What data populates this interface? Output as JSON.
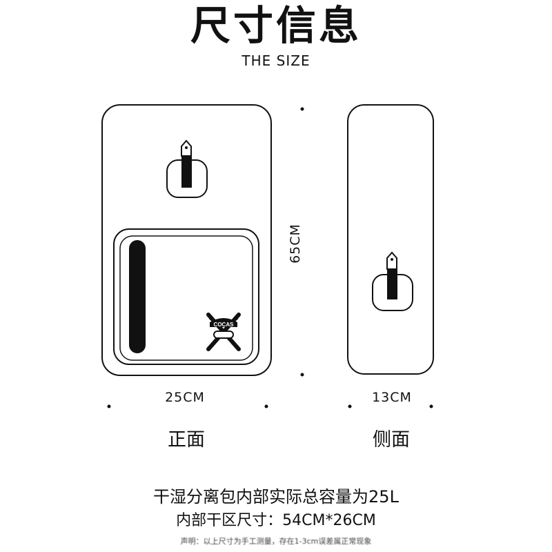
{
  "header": {
    "title": "尺寸信息",
    "subtitle": "THE SIZE"
  },
  "dimensions": {
    "height": "65CM",
    "front_width": "25CM",
    "side_width": "13CM"
  },
  "views": {
    "front_label": "正面",
    "side_label": "侧面"
  },
  "logo": {
    "text": "COCAS"
  },
  "info": {
    "capacity": "干湿分离包内部实际总容量为25L",
    "dry_area": "内部干区尺寸：54CM*26CM",
    "disclaimer": "声明：以上尺寸为手工测量，存在1-3cm误差属正常现象"
  },
  "colors": {
    "outline": "#111111",
    "fill": "#ffffff",
    "strap": "#111111"
  }
}
